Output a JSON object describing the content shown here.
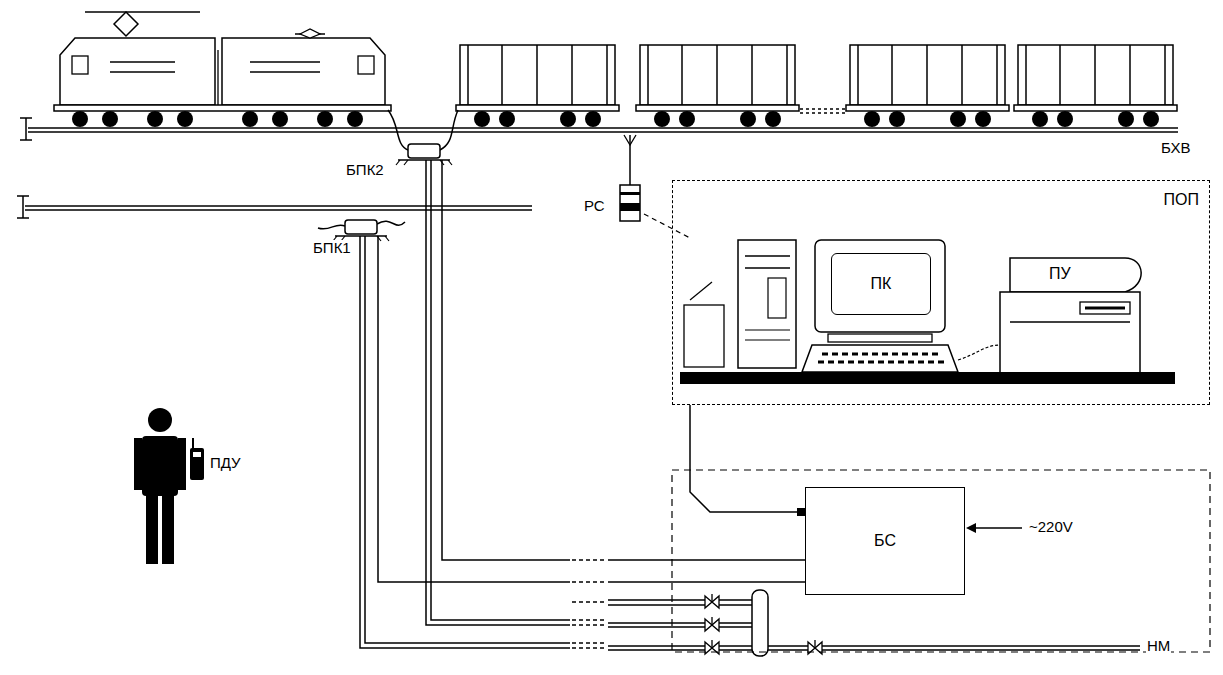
{
  "diagram": {
    "nodes": [
      {
        "text": [
          "ПОП"
        ]
      },
      {
        "text": [
          "ПК"
        ],
        "in": 0
      },
      {
        "text": [
          "ПУ"
        ],
        "in": 0
      },
      {
        "text": [
          "БС"
        ]
      }
    ],
    "edges": [
      {
        "from": 0,
        "to": 3,
        "arrow": "none"
      }
    ],
    "labels": [
      "БПК2",
      "БХВ",
      "РС",
      "БПК1",
      "ПДУ",
      "~220V",
      "НМ"
    ]
  }
}
